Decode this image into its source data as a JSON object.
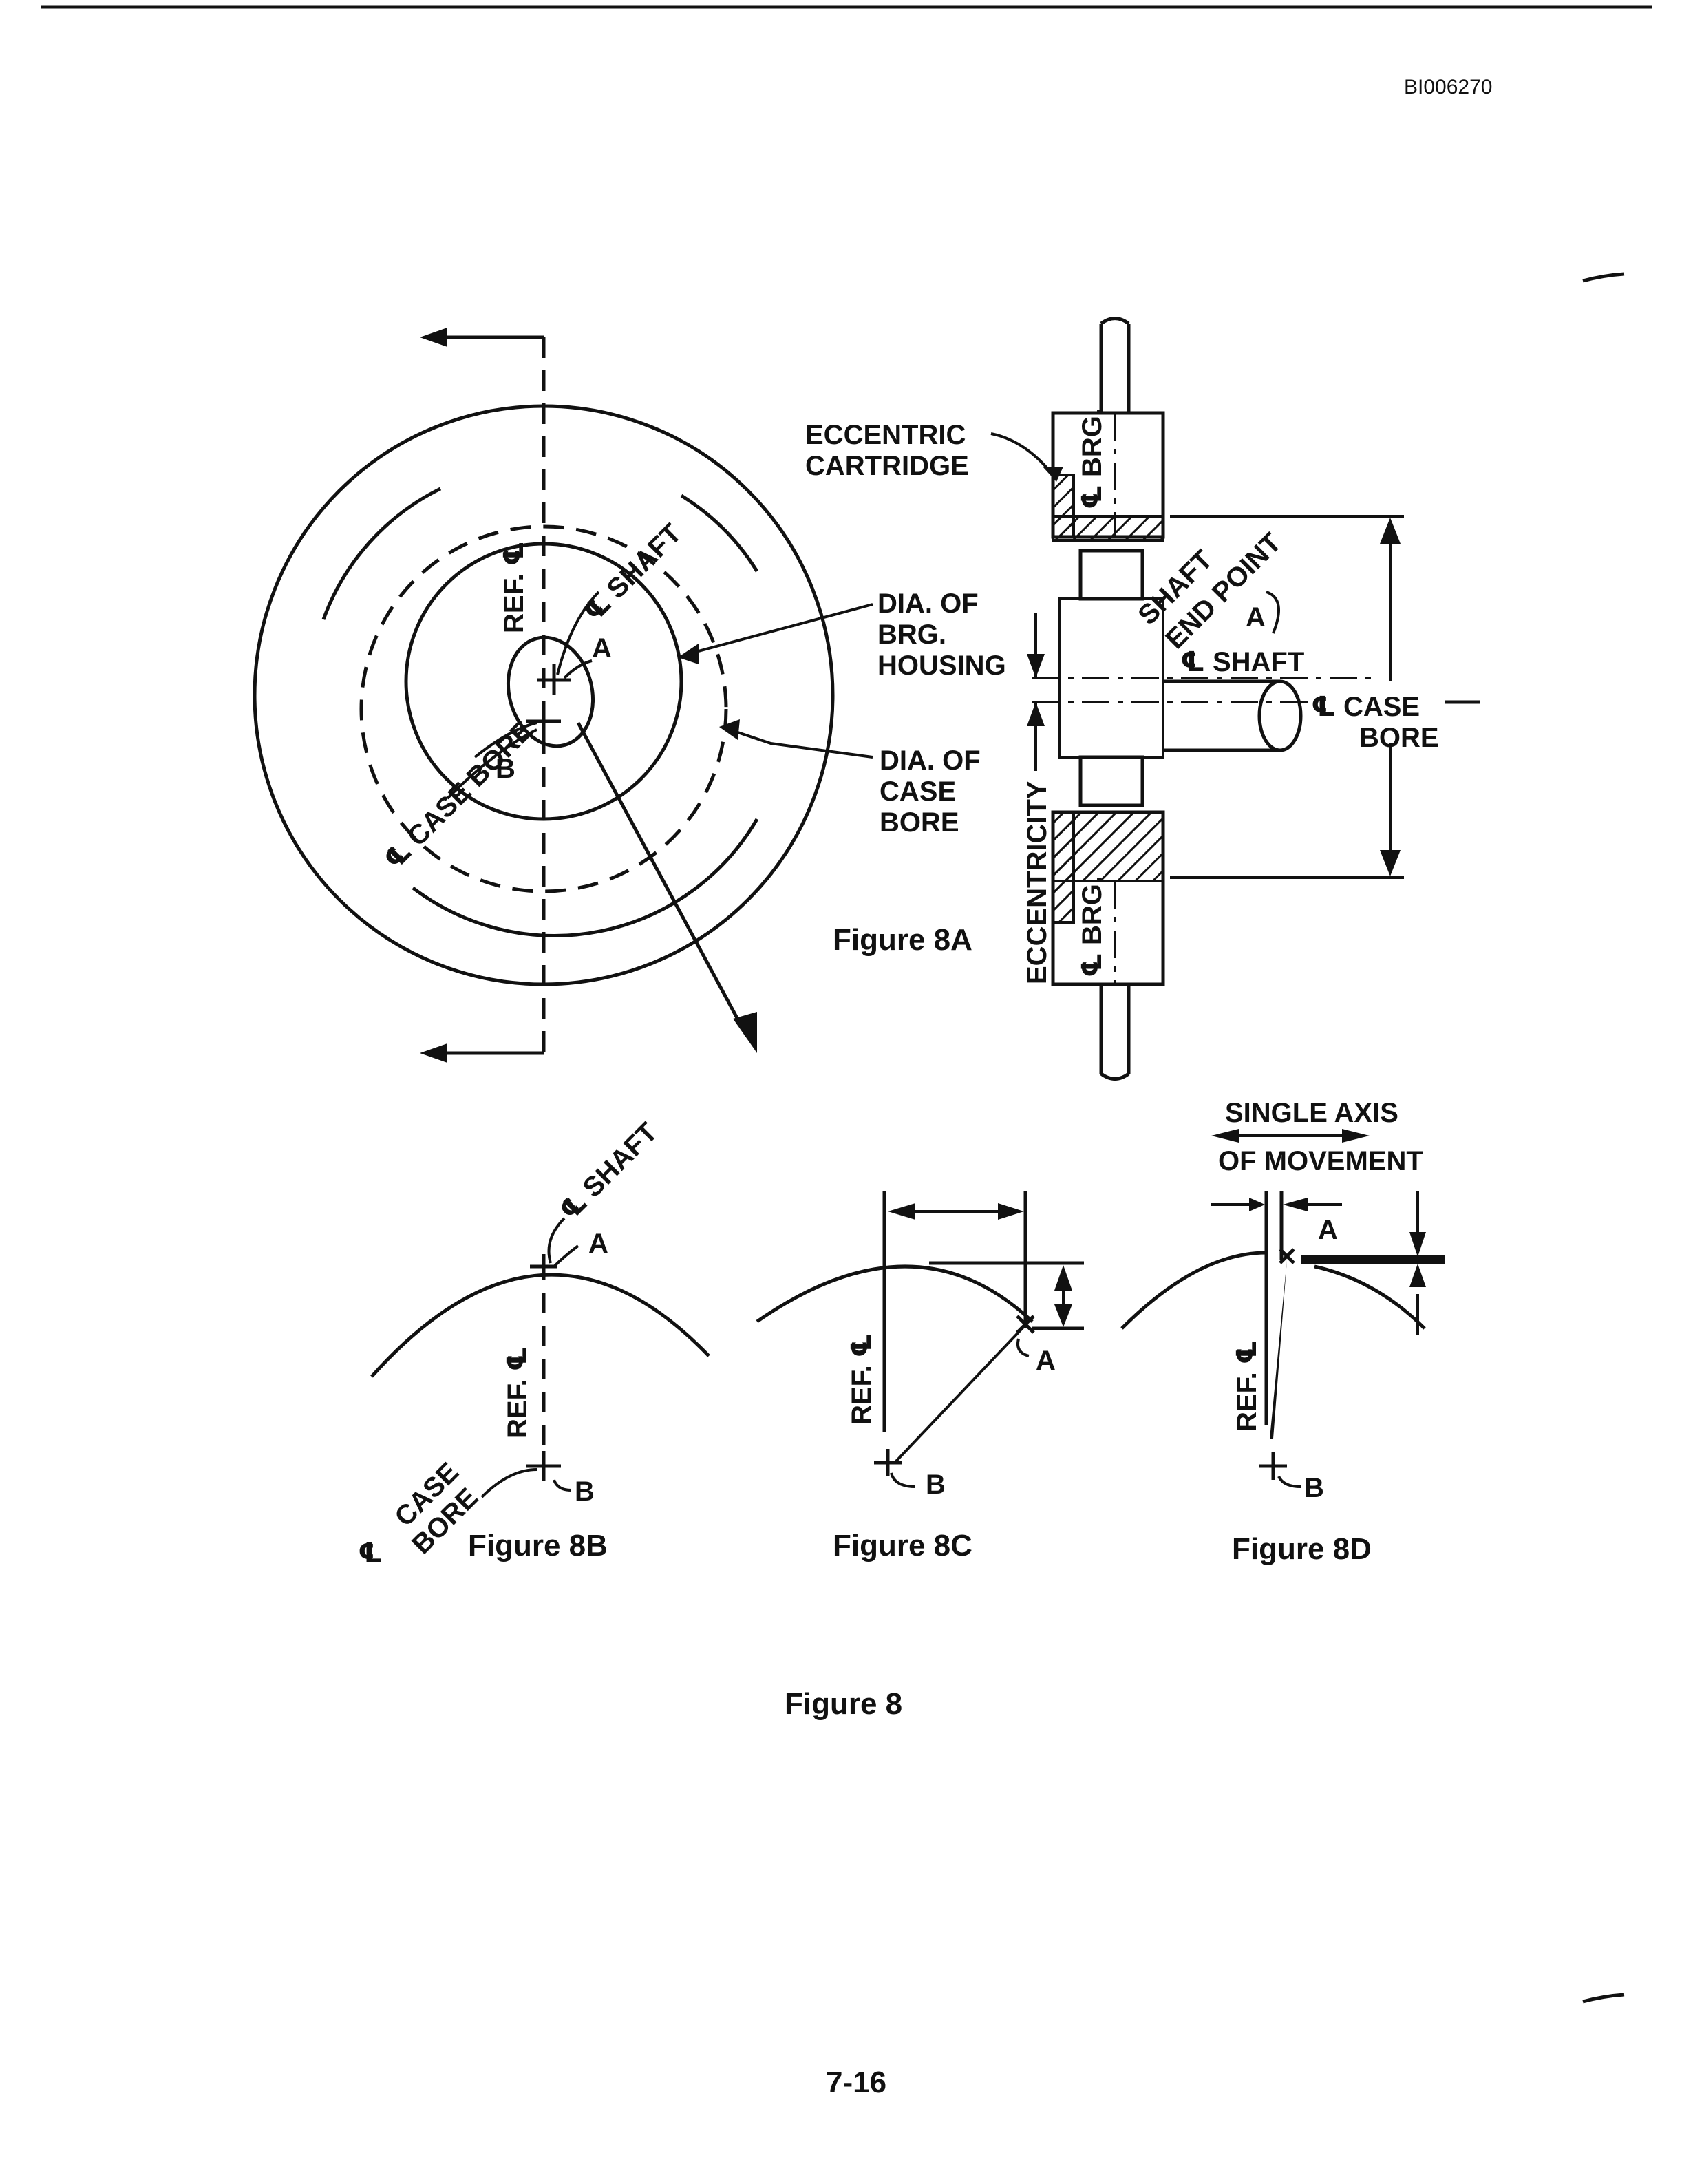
{
  "doc_id": "BI006270",
  "page_number": "7-16",
  "figure_title": "Figure 8",
  "fig8a": {
    "caption": "Figure 8A",
    "labels": {
      "ref_cl": "REF. ℄",
      "cl_shaft": "℄ SHAFT",
      "point_a": "A",
      "point_b": "B",
      "cl_case_bore": "℄ CASE BORE",
      "eccentric_cartridge_1": "ECCENTRIC",
      "eccentric_cartridge_2": "CARTRIDGE",
      "dia_brg_1": "DIA. OF",
      "dia_brg_2": "BRG.",
      "dia_brg_3": "HOUSING",
      "dia_case_1": "DIA. OF",
      "dia_case_2": "CASE",
      "dia_case_3": "BORE",
      "cl_brg_top": "℄ BRG.",
      "cl_brg_bottom": "℄ BRG.",
      "shaft_end_point_1": "SHAFT",
      "shaft_end_point_2": "END POINT",
      "shaft_end_point_a": "A",
      "cl_shaft_side": "℄ SHAFT",
      "cl_case_bore_side_1": "℄ CASE",
      "cl_case_bore_side_2": "BORE",
      "eccentricity": "ECCENTRICITY"
    }
  },
  "fig8b": {
    "caption": "Figure 8B",
    "labels": {
      "cl_shaft": "℄ SHAFT",
      "point_a": "A",
      "ref_cl": "REF. ℄",
      "point_b": "B",
      "case_bore_1": "CASE",
      "case_bore_2": "BORE",
      "cl_symbol": "℄"
    }
  },
  "fig8c": {
    "caption": "Figure 8C",
    "labels": {
      "ref_cl": "REF. ℄",
      "point_a": "A",
      "point_b": "B"
    }
  },
  "fig8d": {
    "caption": "Figure 8D",
    "labels": {
      "single_axis_1": "SINGLE AXIS",
      "single_axis_2": "OF MOVEMENT",
      "ref_cl": "REF. ℄",
      "point_a": "A",
      "point_b": "B"
    }
  }
}
